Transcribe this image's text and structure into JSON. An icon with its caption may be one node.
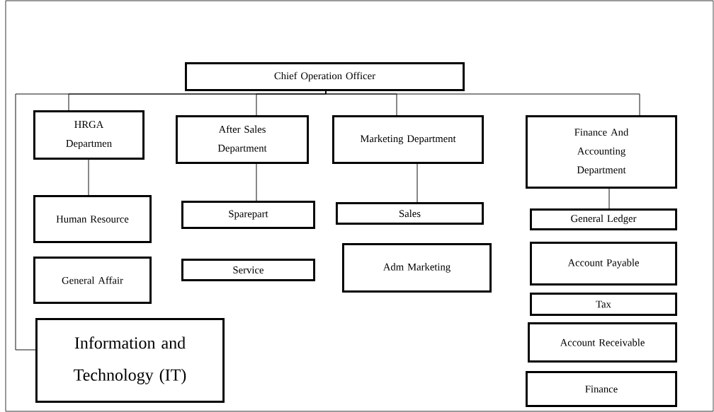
{
  "diagram": {
    "nodes": [
      {
        "text": [
          "Chief Operation Officer"
        ]
      },
      {
        "text": [
          "HRGA Departmen"
        ]
      },
      {
        "text": [
          "After Sales Department"
        ]
      },
      {
        "text": [
          "Marketing Department"
        ]
      },
      {
        "text": [
          "Finance And Accounting Department"
        ]
      },
      {
        "text": [
          "Human Resource"
        ]
      },
      {
        "text": [
          "General Affair"
        ]
      },
      {
        "text": [
          "Information and Technology (IT)"
        ]
      },
      {
        "text": [
          "Sparepart"
        ]
      },
      {
        "text": [
          "Service"
        ]
      },
      {
        "text": [
          "Sales"
        ]
      },
      {
        "text": [
          "Adm Marketing"
        ]
      },
      {
        "text": [
          "General Ledger"
        ]
      },
      {
        "text": [
          "Account Payable"
        ]
      },
      {
        "text": [
          "Tax"
        ]
      },
      {
        "text": [
          "Account Receivable"
        ]
      },
      {
        "text": [
          "Finance"
        ]
      }
    ],
    "edges": [
      {
        "from": 0,
        "to": 1,
        "arrow": "none"
      },
      {
        "from": 0,
        "to": 2,
        "arrow": "none"
      },
      {
        "from": 0,
        "to": 3,
        "arrow": "none"
      },
      {
        "from": 0,
        "to": 4,
        "arrow": "none"
      },
      {
        "from": 0,
        "to": 7,
        "arrow": "none"
      },
      {
        "from": 1,
        "to": 5,
        "arrow": "none"
      },
      {
        "from": 2,
        "to": 8,
        "arrow": "none"
      },
      {
        "from": 3,
        "to": 10,
        "arrow": "none"
      },
      {
        "from": 4,
        "to": 12,
        "arrow": "none"
      }
    ]
  }
}
